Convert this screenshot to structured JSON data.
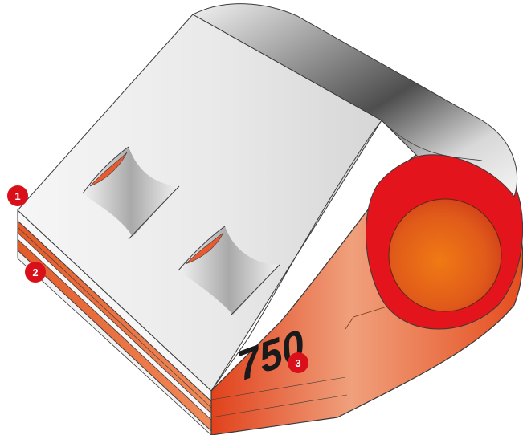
{
  "diagram": {
    "product_marking": "750",
    "callouts": [
      {
        "number": "1"
      },
      {
        "number": "2"
      },
      {
        "number": "3"
      }
    ],
    "colors": {
      "callout_fill": "#d9101a",
      "shell_light": "#f4f4f4",
      "shell_dark": "#8e8e8e",
      "orange_core": "#e8602a",
      "red_rim": "#e3141c",
      "tube_orange": "#e9731c"
    }
  }
}
